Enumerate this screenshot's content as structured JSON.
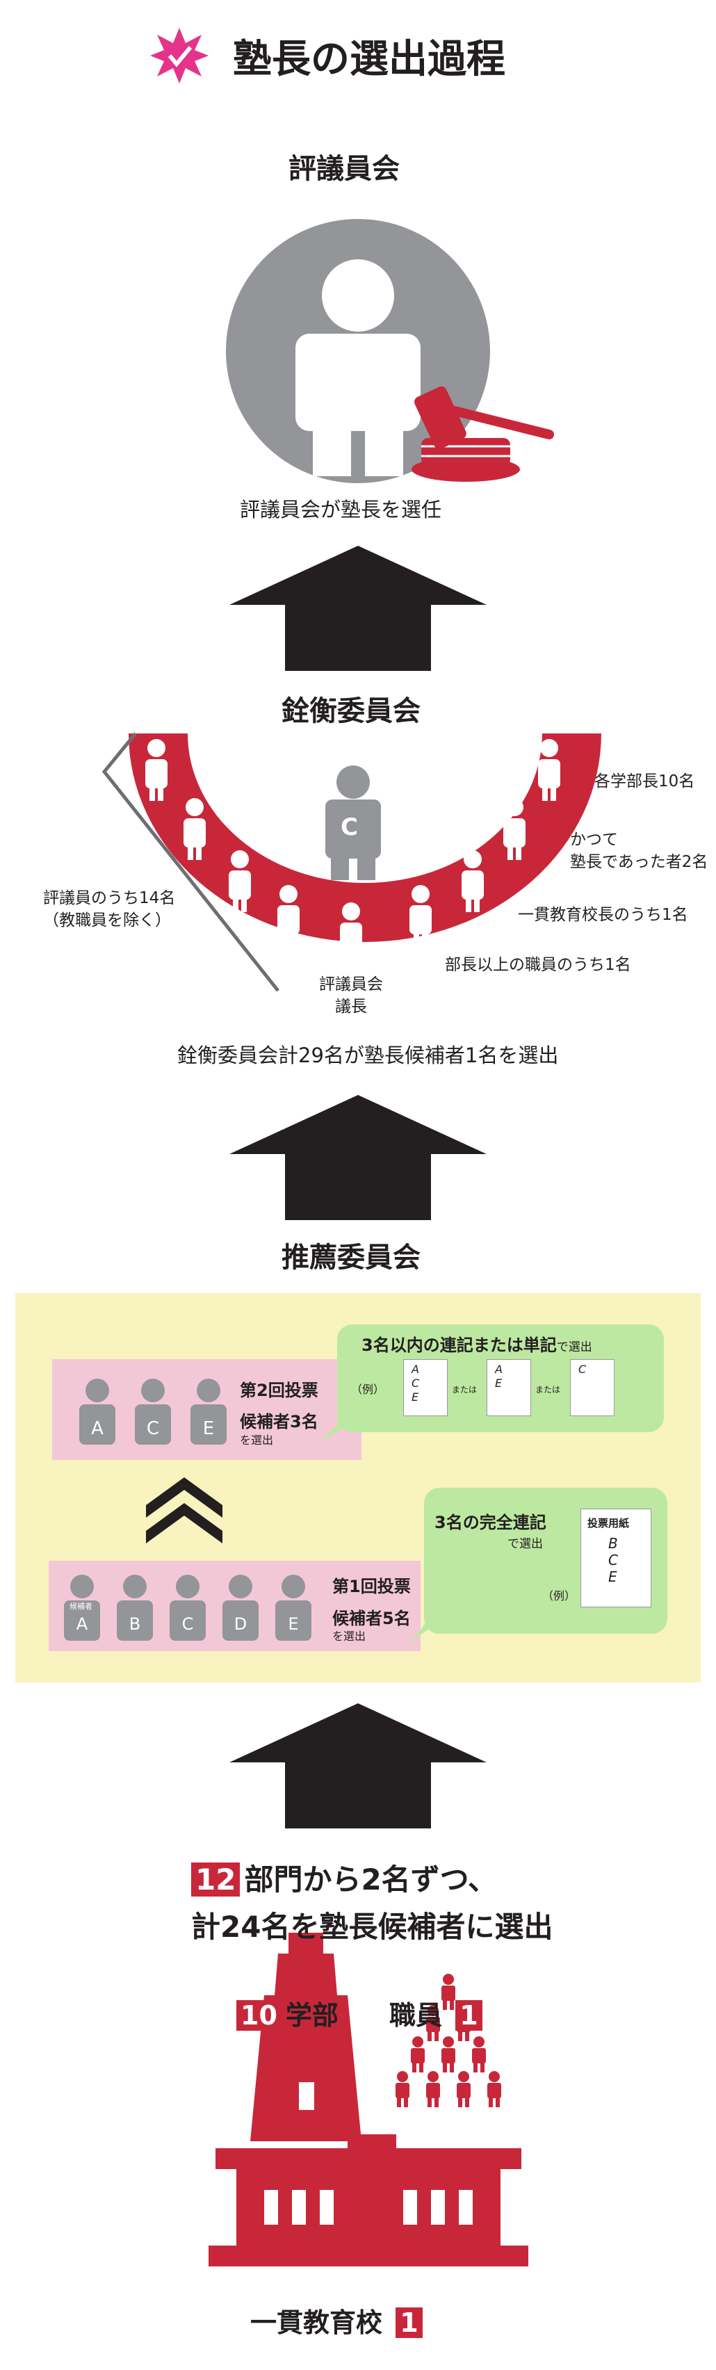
{
  "title": "塾長の選出過程",
  "stage1": {
    "heading": "評議員会",
    "caption": "評議員会が塾長を選任"
  },
  "stage2": {
    "heading": "銓衡委員会",
    "center_letter": "C",
    "labels": {
      "left": [
        "評議員のうち14名",
        "（教職員を除く）"
      ],
      "bottom": [
        "評議員会",
        "議長"
      ],
      "r1": "各学部長10名",
      "r2": [
        "かつて",
        "塾長であった者2名"
      ],
      "r3": "一貫教育校長のうち1名",
      "r4": "部長以上の職員のうち1名"
    },
    "caption": "銓衡委員会計29名が塾長候補者1名を選出"
  },
  "stage3": {
    "heading": "推薦委員会",
    "round2": {
      "title": "第2回投票",
      "result": [
        "候補者3名",
        "を選出"
      ],
      "letters": [
        "A",
        "C",
        "E"
      ],
      "bubble_title": "3名以内の連記または単記",
      "bubble_suffix": "で選出",
      "example": "（例）",
      "or": "または",
      "ballots": [
        [
          "A",
          "C",
          "E"
        ],
        [
          "A",
          "E"
        ],
        [
          "C"
        ]
      ]
    },
    "round1": {
      "title": "第1回投票",
      "result": [
        "候補者5名",
        "を選出"
      ],
      "tag": "候補者",
      "letters": [
        "A",
        "B",
        "C",
        "D",
        "E"
      ],
      "bubble_title": "3名の完全連記",
      "bubble_suffix": "で選出",
      "example": "（例）",
      "paper_title": "投票用紙",
      "paper_letters": [
        "B",
        "C",
        "E"
      ]
    }
  },
  "stage4": {
    "badge": "12",
    "line1": "部門から2名ずつ、",
    "line2": "計24名を塾長候補者に選出",
    "faculty": {
      "badge": "10",
      "label": "学部"
    },
    "staff": {
      "label": "職員",
      "badge": "1"
    },
    "school": {
      "label": "一貫教育校",
      "badge": "1"
    }
  },
  "colors": {
    "red": "#c8273a",
    "gray": "#939598",
    "dark": "#231f20",
    "panel": "#f8f3bf",
    "pink": "#f3c8d6",
    "green": "#bde8a2",
    "magenta": "#e5338b"
  }
}
